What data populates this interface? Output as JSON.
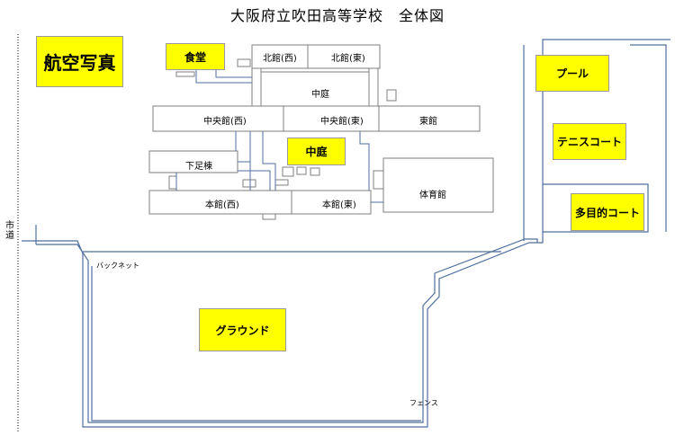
{
  "title": "大阪府立吹田高等学校　全体図",
  "aerial_photo_label": "航空写真",
  "highlights": {
    "cafeteria": "食堂",
    "courtyard": "中庭",
    "pool": "プール",
    "tennis": "テニスコート",
    "multi_court": "多目的コート",
    "ground": "グラウンド"
  },
  "buildings": {
    "north_west": "北館(西)",
    "north_east": "北館(東)",
    "courtyard_label": "中庭",
    "central_west": "中央館(西)",
    "central_east": "中央館(東)",
    "east_building": "東館",
    "shoe_building": "下足棟",
    "gym": "体育館",
    "main_west": "本館(西)",
    "main_east": "本館(東)"
  },
  "labels": {
    "city_road": "市道",
    "backnet": "バックネット",
    "fence": "フェンス"
  },
  "colors": {
    "highlight": "#ffff00",
    "outline": "#4f6f9f",
    "building_edge": "#7f7f7f"
  }
}
